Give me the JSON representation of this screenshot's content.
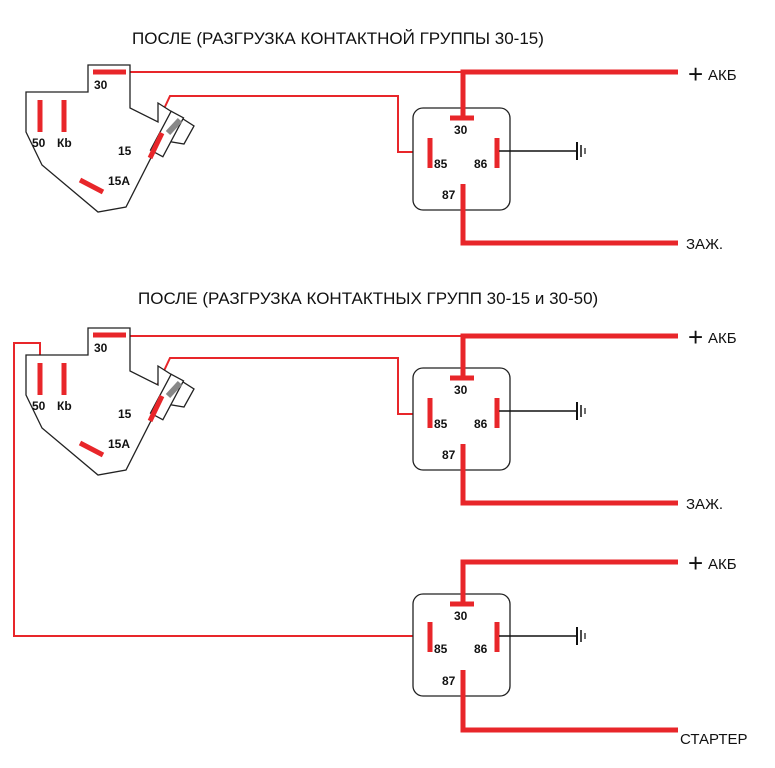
{
  "titles": {
    "top": "ПОСЛЕ  (РАЗГРУЗКА  КОНТАКТНОЙ  ГРУППЫ  30-15)",
    "bottom": "ПОСЛЕ  (РАЗГРУЗКА  КОНТАКТНЫХ  ГРУПП  30-15  и 30-50)"
  },
  "switch": {
    "pin_30": "30",
    "pin_50": "50",
    "pin_kb": "Кb",
    "pin_15": "15",
    "pin_15a": "15А"
  },
  "relay": {
    "pin_30": "30",
    "pin_85": "85",
    "pin_86": "86",
    "pin_87": "87"
  },
  "outputs": {
    "plus": "+",
    "battery": "АКБ",
    "ignition": "ЗАЖ.",
    "starter": "СТАРТЕР"
  },
  "colors": {
    "wire": "#e8262a",
    "outline": "#222222",
    "ground": "#111111"
  }
}
